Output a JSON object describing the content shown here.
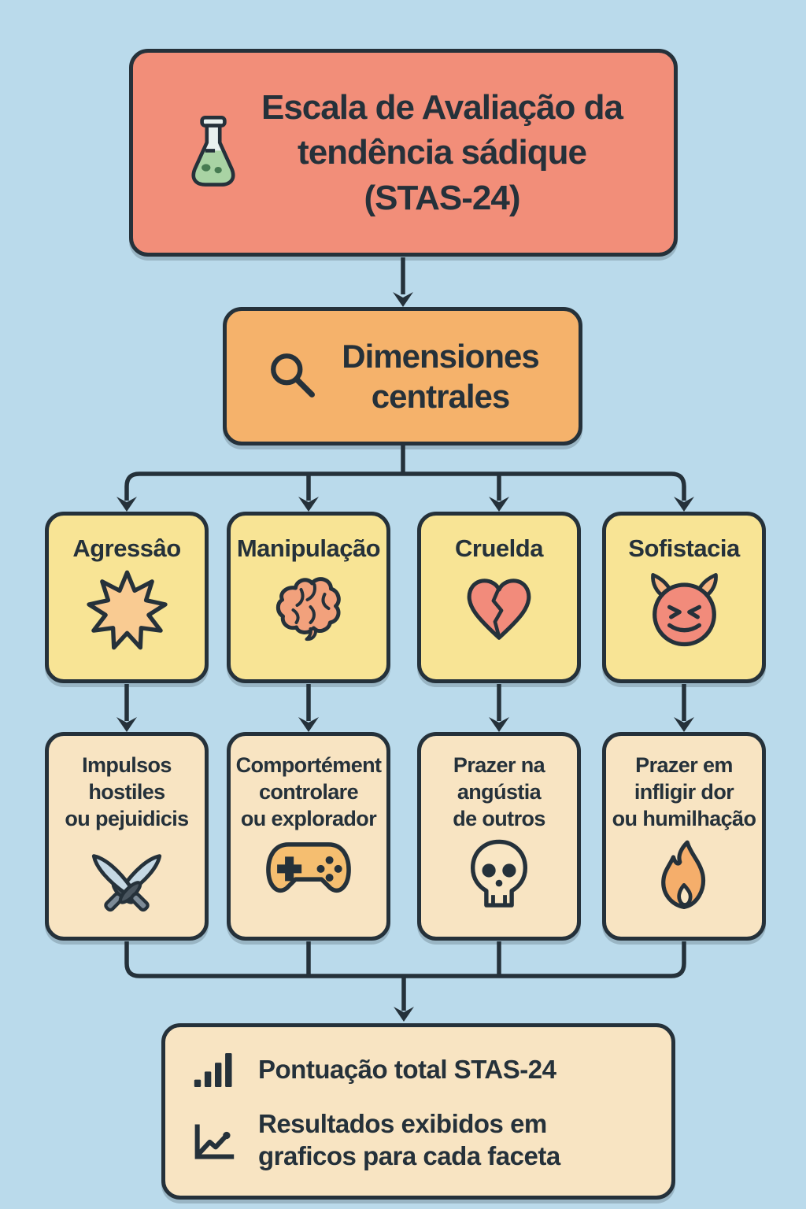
{
  "header": {
    "title": "Escala de Avaliação da tendência sádique (STAS-24)",
    "title_lines": [
      "Escala de Avaliação da",
      "tendência sádique",
      "(STAS-24)"
    ],
    "icon": "flask-icon"
  },
  "dimensions": {
    "label": "Dimensiones centrales",
    "label_lines": [
      "Dimensiones",
      "centrales"
    ],
    "icon": "search-icon"
  },
  "facets": [
    {
      "label": "Agressâo",
      "icon": "starburst-icon",
      "description": "Impulsos hostiles ou pejuidicis",
      "description_lines": [
        "Impulsos",
        "hostiles",
        "ou pejuidicis"
      ],
      "description_icon": "crossed-swords-icon"
    },
    {
      "label": "Manipulação",
      "icon": "brain-icon",
      "description": "Comportément controlare ou explorador",
      "description_lines": [
        "Comportément",
        "controlare",
        "ou explorador"
      ],
      "description_icon": "game-controller-icon"
    },
    {
      "label": "Cruelda",
      "icon": "broken-heart-icon",
      "description": "Prazer na angústia de outros",
      "description_lines": [
        "Prazer na",
        "angústia",
        "de outros"
      ],
      "description_icon": "skull-icon"
    },
    {
      "label": "Sofistacia",
      "icon": "devil-face-icon",
      "description": "Prazer em infligir dor ou humilhação",
      "description_lines": [
        "Prazer em",
        "infligir dor",
        "ou humilhação"
      ],
      "description_icon": "flame-icon"
    }
  ],
  "results": {
    "total_label": "Pontuação total STAS-24",
    "total_icon": "bar-chart-icon",
    "display_label": "Resultados exibidos em graficos para cada faceta",
    "display_lines": [
      "Resultados exibidos em",
      "graficos para cada faceta"
    ],
    "display_icon": "line-chart-icon"
  },
  "colors": {
    "background": "#BADAEB",
    "outline": "#25313A",
    "title_box": "#F28E79",
    "dimensions_box": "#F5B26B",
    "facet_box": "#F8E495",
    "description_box": "#F8E4C2",
    "results_box": "#F8E4C2",
    "flask_liquid": "#A9D3A4",
    "icon_salmon": "#F28B7B",
    "icon_orange": "#F5AE6B",
    "sword_blade": "#C5D8E4"
  }
}
